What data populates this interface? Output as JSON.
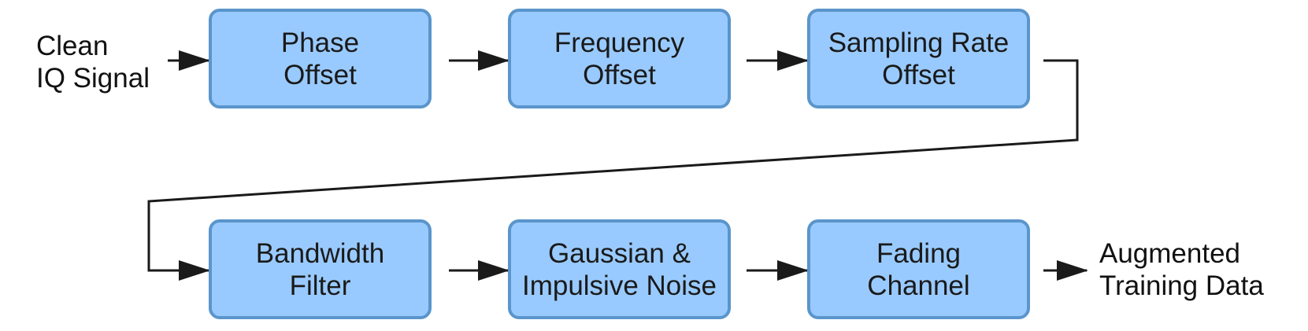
{
  "input": {
    "line1": "Clean",
    "line2": "IQ Signal"
  },
  "output": {
    "line1": "Augmented",
    "line2": "Training Data"
  },
  "blocks": [
    {
      "line1": "Phase",
      "line2": "Offset"
    },
    {
      "line1": "Frequency",
      "line2": "Offset"
    },
    {
      "line1": "Sampling Rate",
      "line2": "Offset"
    },
    {
      "line1": "Bandwidth",
      "line2": "Filter"
    },
    {
      "line1": "Gaussian &",
      "line2": "Impulsive Noise"
    },
    {
      "line1": "Fading",
      "line2": "Channel"
    }
  ],
  "colors": {
    "block_fill": "#99caff",
    "block_border": "#5a95cc",
    "arrow": "#1a1a1a"
  }
}
